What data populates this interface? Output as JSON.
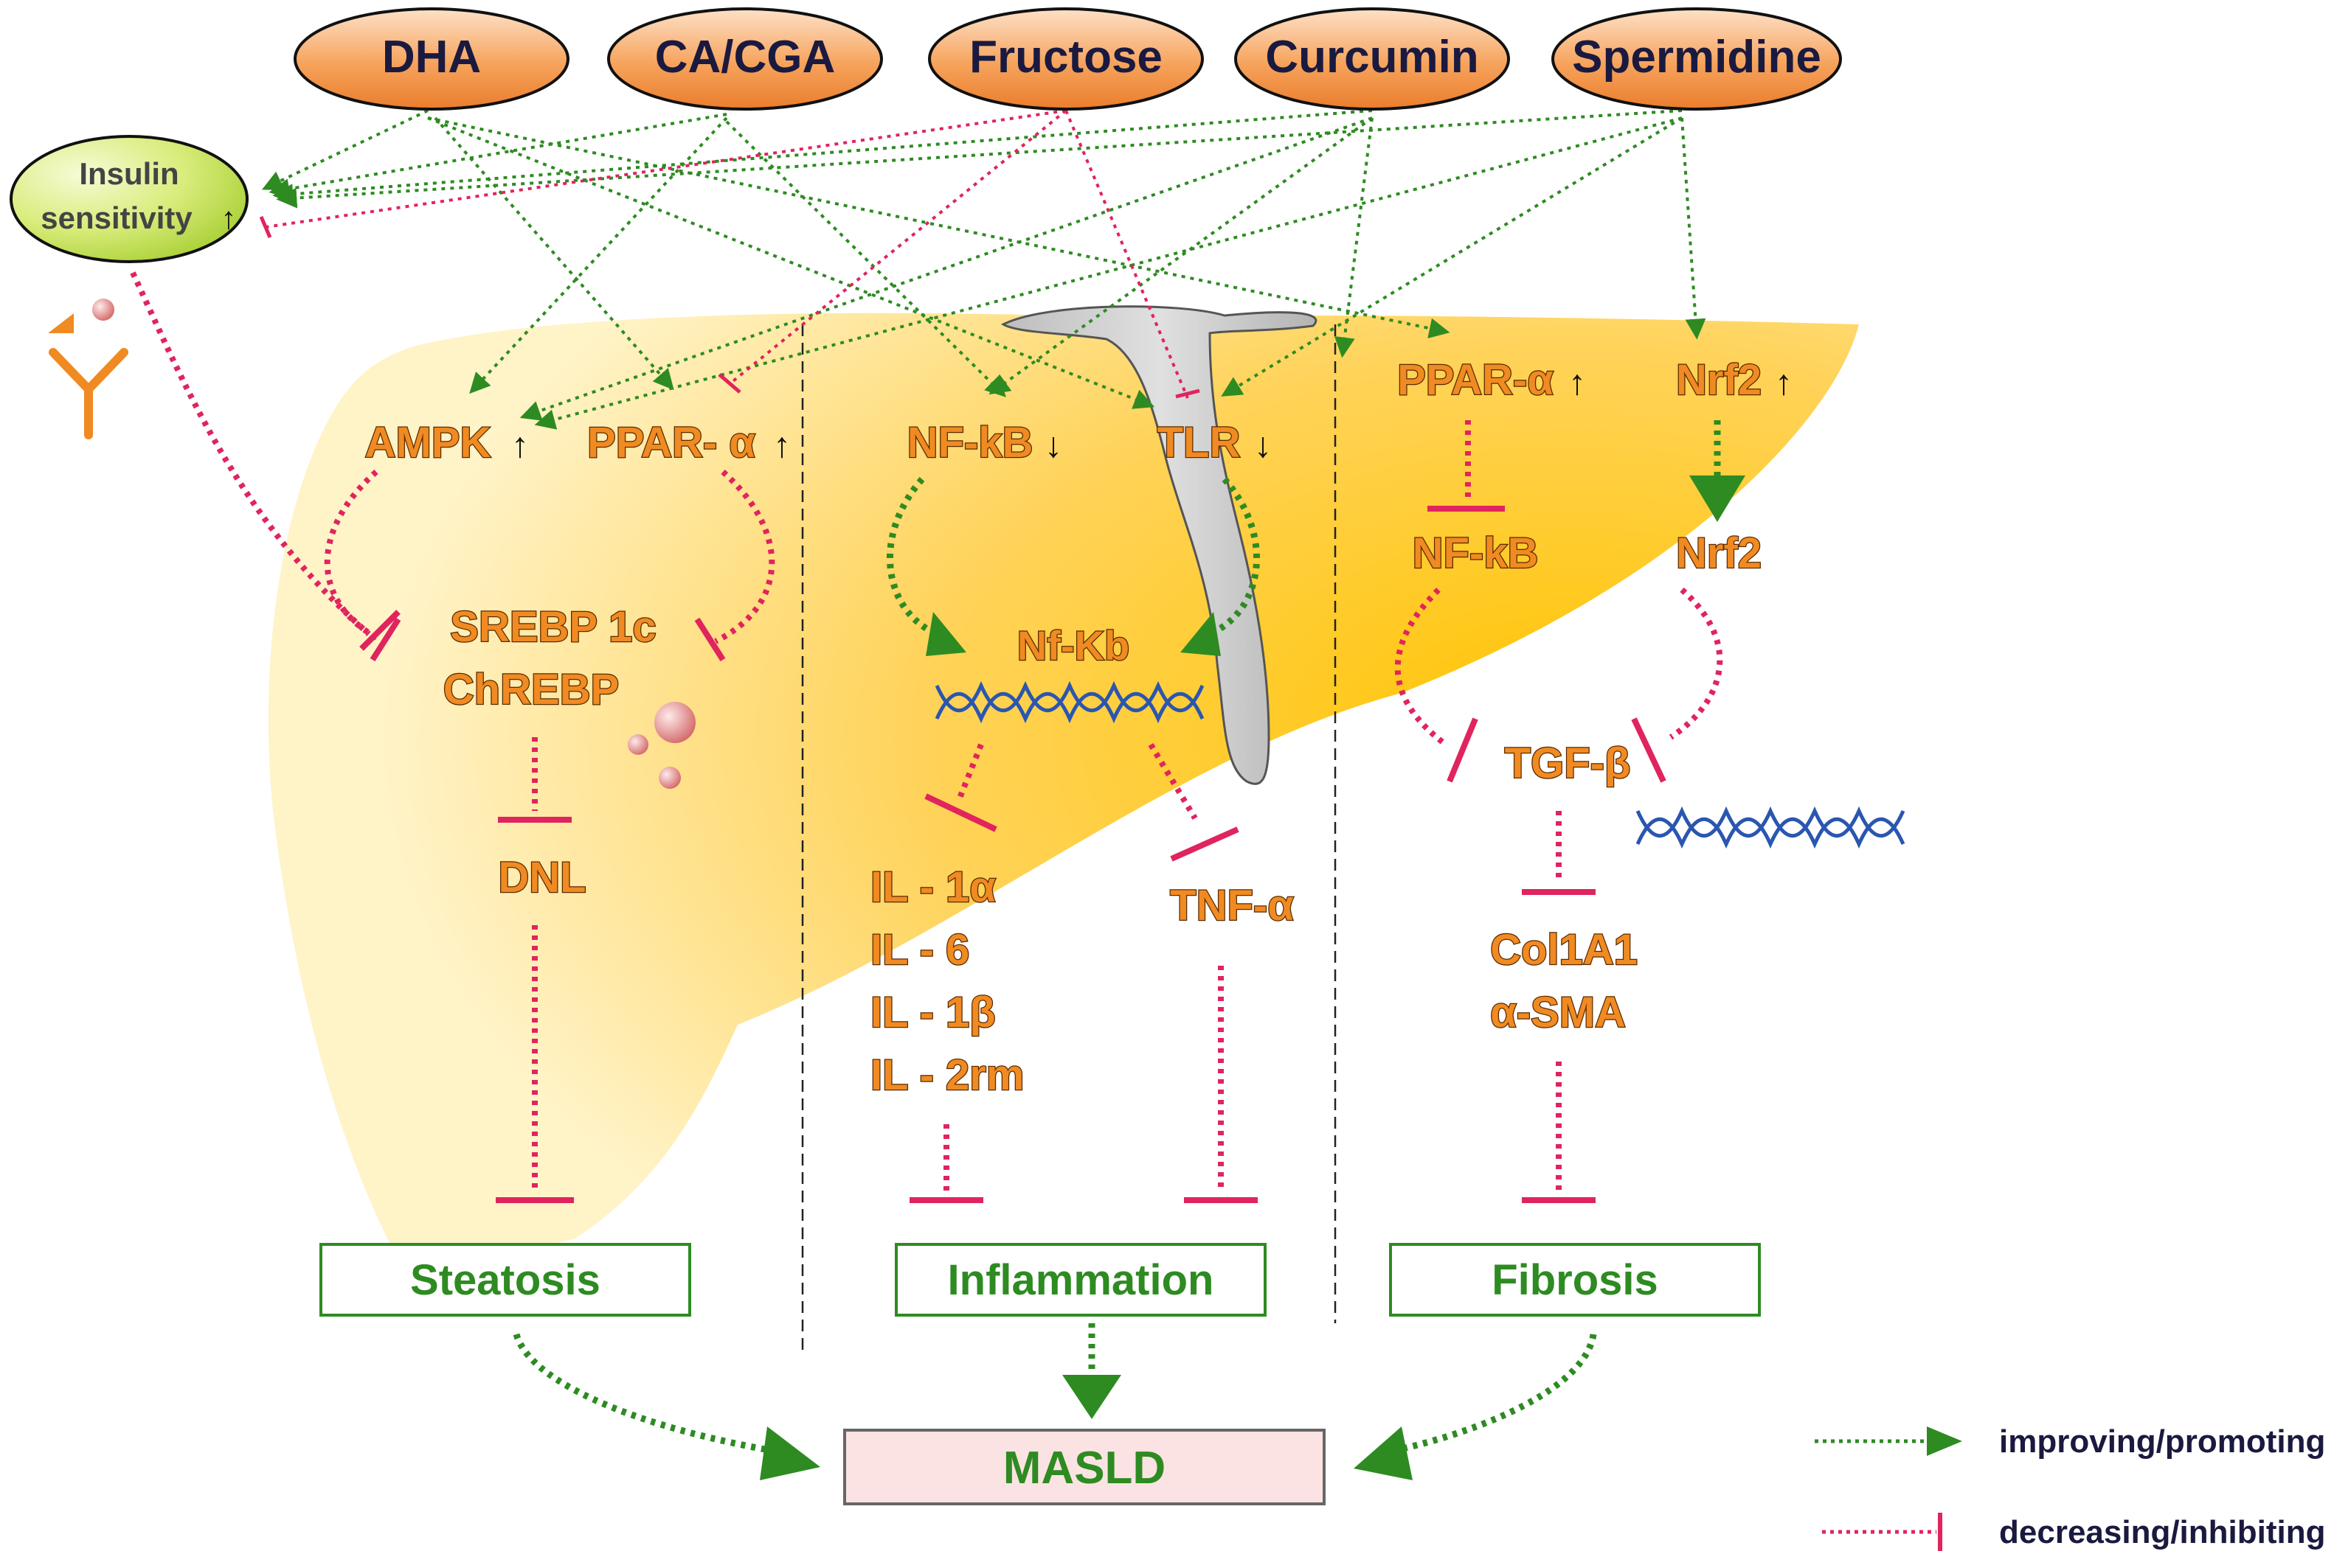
{
  "compounds": [
    "DHA",
    "CA/CGA",
    "Fructose",
    "Curcumin",
    "Spermidine"
  ],
  "insulin": {
    "line1": "Insulin",
    "line2": "sensitivity",
    "arrow": "↑"
  },
  "steatosis_path": {
    "ampk": "AMPK",
    "ampk_arrow": "↑",
    "ppar": "PPAR- α",
    "ppar_arrow": "↑",
    "srebp": "SREBP 1c",
    "chrebp": "ChREBP",
    "dnl": "DNL"
  },
  "inflammation_path": {
    "nfkb": "NF-kB",
    "nfkb_arrow": "↓",
    "tlr": "TLR",
    "tlr_arrow": "↓",
    "nfkb_center": "Nf-Kb",
    "il": [
      "IL - 1α",
      "IL - 6",
      "IL - 1β",
      "IL - 2rm"
    ],
    "tnf": "TNF-α"
  },
  "fibrosis_path": {
    "ppar": "PPAR-α",
    "ppar_arrow": "↑",
    "nrf2_top": "Nrf2",
    "nrf2_arrow": "↑",
    "nfkb": "NF-kB",
    "nrf2": "Nrf2",
    "tgf": "TGF-β",
    "col1a1": "Col1A1",
    "asma": "α-SMA"
  },
  "outcomes": {
    "steatosis": "Steatosis",
    "inflammation": "Inflammation",
    "fibrosis": "Fibrosis"
  },
  "final": "MASLD",
  "legend": {
    "promote": "improving/promoting",
    "inhibit": "decreasing/inhibiting"
  },
  "colors": {
    "promote": "#2e8b22",
    "inhibit": "#e0245e",
    "liver": "#ffc61a",
    "compound_fill": "#f5a25a",
    "label_orange": "#f08a22",
    "dna": "#2a56b0",
    "outcome_border": "#2e8b22",
    "masld_fill": "#fbe3e3"
  },
  "icons": [
    "antibody-icon",
    "dna-helix-icon",
    "lipid-droplet-icon",
    "portal-vein-icon"
  ]
}
